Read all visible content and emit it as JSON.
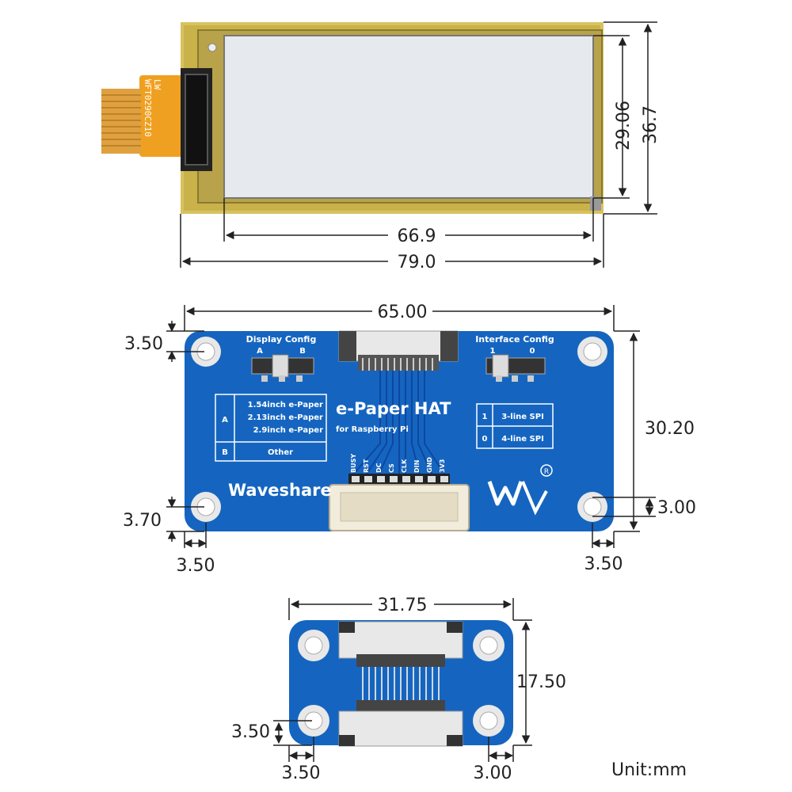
{
  "colors": {
    "pcb_blue": "#1565c0",
    "epd_glass": "#e6eaef",
    "fpc_orange": "#f0a020",
    "frame_gold": "#c9b24a"
  },
  "epaper": {
    "fpc_label_1": "WFT0290CZ10",
    "fpc_label_2": "LW",
    "dim_height_active": "29.06",
    "dim_height_total": "36.7",
    "dim_width_active": "66.9",
    "dim_width_total": "79.0"
  },
  "hat": {
    "dim_width": "65.00",
    "dim_height": "30.20",
    "dim_top_left_offset": "3.50",
    "dim_bottom_left_offset": "3.70",
    "dim_bottom_left_x": "3.50",
    "dim_bottom_right_x": "3.50",
    "dim_right_hole": "3.00",
    "display_config_title": "Display Config",
    "display_config_a": "A",
    "display_config_b": "B",
    "interface_config_title": "Interface Config",
    "interface_config_1": "1",
    "interface_config_0": "0",
    "title": "e-Paper HAT",
    "subtitle": "for Raspberry Pi",
    "brand": "Waveshare",
    "table_left": [
      {
        "key": "A",
        "lines": [
          "1.54inch e-Paper",
          "2.13inch e-Paper",
          "2.9inch e-Paper"
        ]
      },
      {
        "key": "B",
        "lines": [
          "Other"
        ]
      }
    ],
    "table_right": [
      {
        "key": "1",
        "value": "3-line SPI"
      },
      {
        "key": "0",
        "value": "4-line SPI"
      }
    ],
    "pins": [
      "BUSY",
      "RST",
      "DC",
      "CS",
      "CLK",
      "DIN",
      "GND",
      "3V3"
    ]
  },
  "adapter": {
    "dim_width": "31.75",
    "dim_height": "17.50",
    "dim_left_offset": "3.50",
    "dim_bottom_left_x": "3.50",
    "dim_bottom_right_x": "3.00"
  },
  "unit_label": "Unit:mm"
}
